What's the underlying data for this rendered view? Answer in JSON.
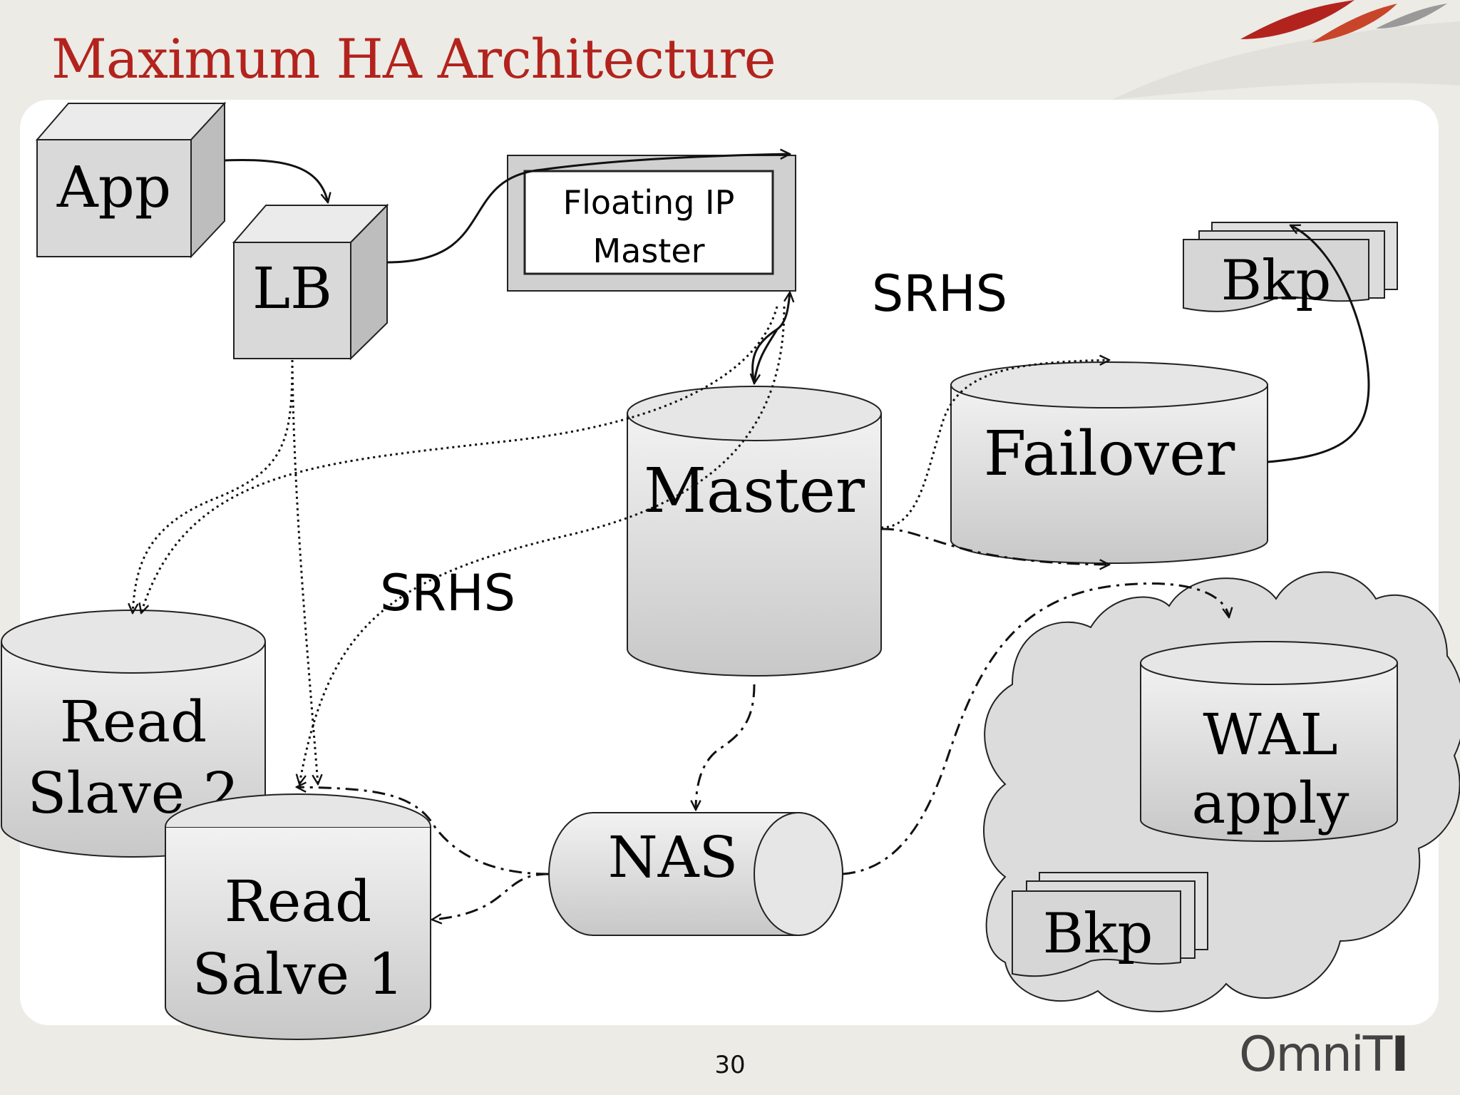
{
  "slide": {
    "title": "Maximum HA Architecture",
    "page_number": "30",
    "logo": {
      "part1": "OmniT",
      "part2": "I"
    }
  },
  "nodes": {
    "app": "App",
    "lb": "LB",
    "floating_ip": {
      "line1": "Floating IP",
      "line2": "Master"
    },
    "master": "Master",
    "failover": "Failover",
    "bkp_top": "Bkp",
    "read_slave_2": {
      "line1": "Read",
      "line2": "Slave 2"
    },
    "read_slave_1": {
      "line1": "Read",
      "line2": "Salve 1"
    },
    "nas": "NAS",
    "wal_apply": {
      "line1": "WAL",
      "line2": "apply"
    },
    "bkp_cloud": "Bkp"
  },
  "labels": {
    "srhs_top": "SRHS",
    "srhs_left": "SRHS"
  },
  "colors": {
    "title": "#b3231d",
    "background": "#ecebe6",
    "panel": "#ffffff",
    "shape_fill": "#d8d8d8",
    "shape_stroke": "#222222"
  }
}
